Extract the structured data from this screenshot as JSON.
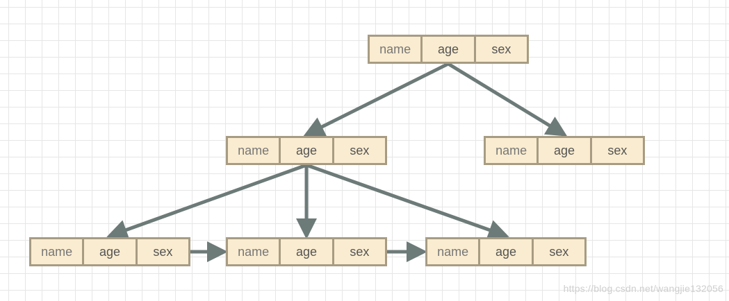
{
  "nodes": [
    {
      "id": "root",
      "fields": [
        "name",
        "age",
        "sex"
      ]
    },
    {
      "id": "level1-left",
      "fields": [
        "name",
        "age",
        "sex"
      ]
    },
    {
      "id": "level1-right",
      "fields": [
        "name",
        "age",
        "sex"
      ]
    },
    {
      "id": "leaf-1",
      "fields": [
        "name",
        "age",
        "sex"
      ]
    },
    {
      "id": "leaf-2",
      "fields": [
        "name",
        "age",
        "sex"
      ]
    },
    {
      "id": "leaf-3",
      "fields": [
        "name",
        "age",
        "sex"
      ]
    }
  ],
  "edges": [
    {
      "from": "root",
      "to": "level1-left"
    },
    {
      "from": "root",
      "to": "level1-right"
    },
    {
      "from": "level1-left",
      "to": "leaf-1"
    },
    {
      "from": "level1-left",
      "to": "leaf-2"
    },
    {
      "from": "level1-left",
      "to": "leaf-3"
    },
    {
      "from": "leaf-1",
      "to": "leaf-2"
    },
    {
      "from": "leaf-2",
      "to": "leaf-3"
    }
  ],
  "colors": {
    "node_border": "#a79c83",
    "cell_fill": "#faecd0",
    "arrow": "#6c7a78"
  },
  "watermark": "https://blog.csdn.net/wangjie132056"
}
